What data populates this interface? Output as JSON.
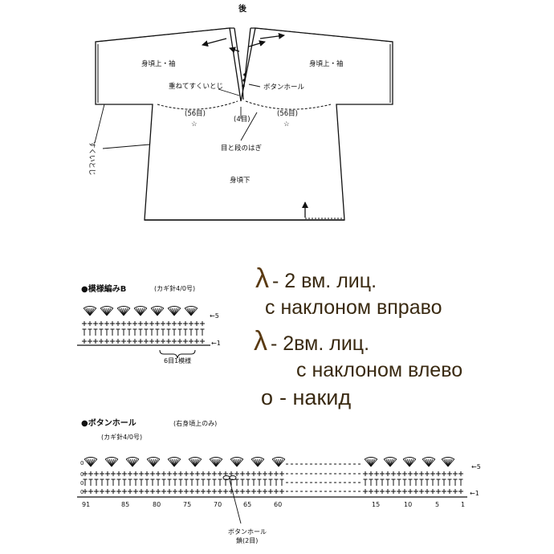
{
  "garment": {
    "top_label": "後",
    "upper_left": "身頃上・袖",
    "upper_right": "身頃上・袖",
    "overlap": "重ねてすくいとじ",
    "buttonhole": "ボタンホール",
    "center_count": "(4目)",
    "left_count": "(56目)",
    "right_count": "(56目)",
    "star": "☆",
    "grafting": "目と段のはぎ",
    "lower_body": "身頃下",
    "side_seam": "すくいとじ"
  },
  "pattern_b": {
    "title": "●模様編みB",
    "needle": "(カギ針4/0号)",
    "row_top": "←5",
    "row_bottom": "←1",
    "repeat": "6目1模様"
  },
  "buttonhole_chart": {
    "title": "●ボタンホール",
    "note": "(右身頃上のみ)",
    "needle": "(カギ針4/0号)",
    "row_top": "←5",
    "row_bottom": "←1",
    "axis_labels": [
      "91",
      "85",
      "80",
      "75",
      "70",
      "65",
      "60",
      "15",
      "10",
      "5",
      "1"
    ],
    "buttonhole_label": "ボタンホール",
    "buttonhole_sub": "鎖(2目)"
  },
  "legend": {
    "line1_symbol": "λ",
    "line1_text": "- 2 вм. лиц.",
    "line2_text": "с наклоном вправо",
    "line3_symbol": "λ",
    "line3_text": "- 2вм. лиц.",
    "line4_text": "с наклоном влево",
    "line5_symbol": "о",
    "line5_text": "- накид"
  }
}
